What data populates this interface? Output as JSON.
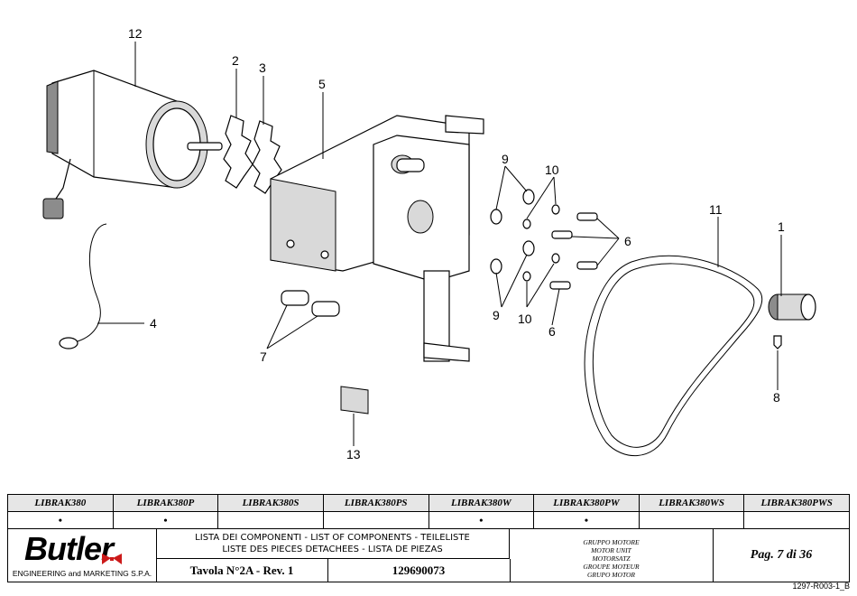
{
  "callouts": {
    "c1": "1",
    "c2": "2",
    "c3": "3",
    "c4": "4",
    "c5": "5",
    "c6a": "6",
    "c6b": "6",
    "c7": "7",
    "c8": "8",
    "c9a": "9",
    "c9b": "9",
    "c10a": "10",
    "c10b": "10",
    "c11": "11",
    "c12": "12",
    "c13": "13"
  },
  "models": {
    "columns": [
      "LIBRAK380",
      "LIBRAK380P",
      "LIBRAK380S",
      "LIBRAK380PS",
      "LIBRAK380W",
      "LIBRAK380PW",
      "LIBRAK380WS",
      "LIBRAK380PWS"
    ],
    "marks": [
      "•",
      "•",
      "",
      "",
      "•",
      "•",
      "",
      ""
    ]
  },
  "logo": {
    "name": "Butler",
    "subtitle": "ENGINEERING and MARKETING S.P.A."
  },
  "list_title": {
    "line1": "LISTA DEI COMPONENTI - LIST OF COMPONENTS - TEILELISTE",
    "line2": "LISTE DES PIECES DETACHEES - LISTA DE PIEZAS"
  },
  "table_ref": "Tavola N°2A - Rev. 1",
  "code": "129690073",
  "group": [
    "GRUPPO MOTORE",
    "MOTOR UNIT",
    "MOTORSATZ",
    "GROUPE MOTEUR",
    "GRUPO MOTOR"
  ],
  "page": "Pag. 7 di 36",
  "doc_ref": "1297-R003-1_B"
}
